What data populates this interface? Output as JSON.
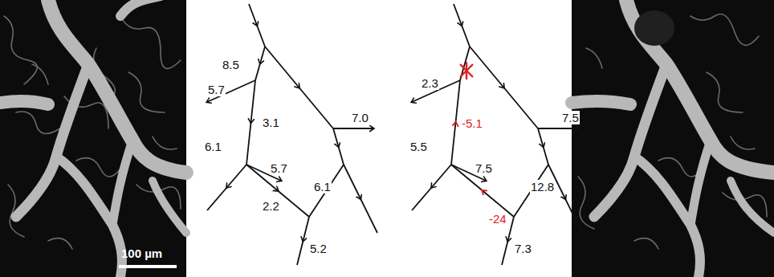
{
  "diagram": {
    "labels": [
      "100 µm",
      "8.5",
      "5.7",
      "3.1",
      "7.0",
      "6.1",
      "5.7",
      "6.1",
      "2.2",
      "5.2",
      "2.3",
      "-5.1",
      "7.5",
      "5.5",
      "7.5",
      "12.8",
      "-24",
      "7.3"
    ]
  }
}
